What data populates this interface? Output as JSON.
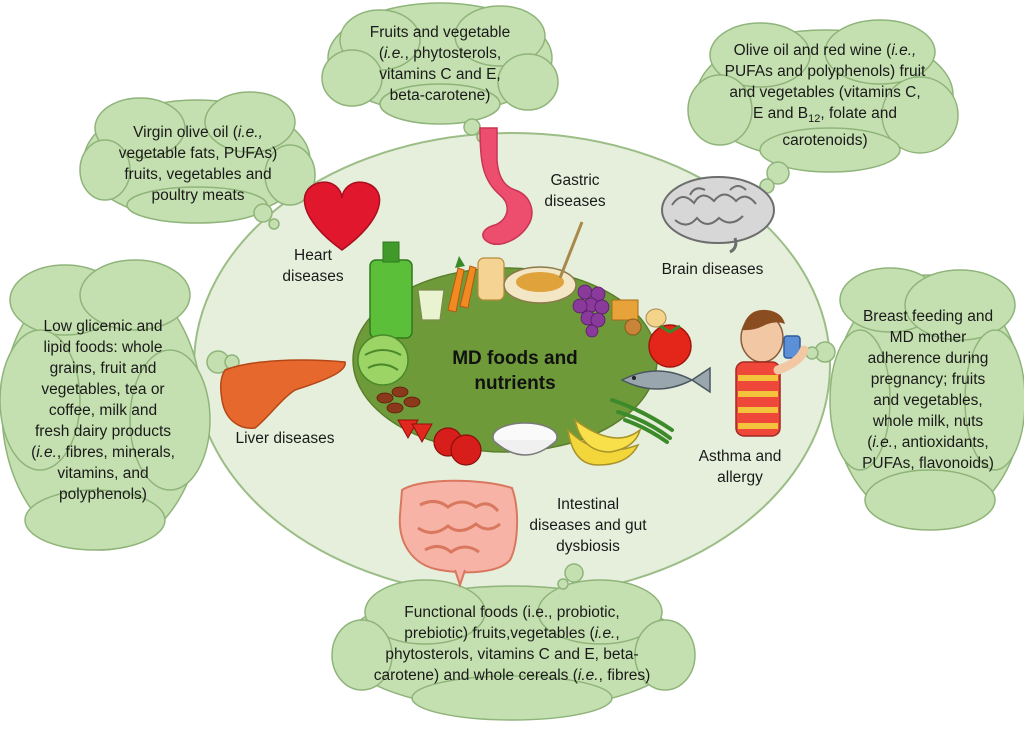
{
  "center": {
    "line1": "MD foods and",
    "line2": "nutrients"
  },
  "diseases": {
    "gastric": {
      "line1": "Gastric",
      "line2": "diseases"
    },
    "heart": {
      "line1": "Heart",
      "line2": "diseases"
    },
    "brain": {
      "line1": "Brain diseases"
    },
    "liver": {
      "line1": "Liver diseases"
    },
    "asthma": {
      "line1": "Asthma and",
      "line2": "allergy"
    },
    "intestinal": {
      "line1": "Intestinal",
      "line2": "diseases and gut",
      "line3": "dysbiosis"
    }
  },
  "clouds": {
    "top": {
      "l1": "Fruits and vegetable",
      "l2a": "(",
      "l2i": "i.e.",
      "l2b": ", phytosterols,",
      "l3": "vitamins C and E,",
      "l4": "beta-carotene)"
    },
    "top_left": {
      "l1a": "Virgin olive oil (",
      "l1i": "i.e.,",
      "l2": "vegetable fats, PUFAs)",
      "l3": "fruits, vegetables and",
      "l4": "poultry meats"
    },
    "top_right": {
      "l1a": "Olive oil and red wine (",
      "l1i": "i.e.,",
      "l2": "PUFAs and polyphenols)  fruit",
      "l3": "and vegetables  (vitamins C,",
      "l4a": "E and B",
      "l4sub": "12",
      "l4b": ", folate and",
      "l5": "carotenoids)"
    },
    "left": {
      "l1": "Low glicemic and",
      "l2": "lipid foods: whole",
      "l3": "grains, fruit and",
      "l4": "vegetables, tea or",
      "l5": "coffee, milk and",
      "l6": "fresh dairy products",
      "l7a": "(",
      "l7i": "i.e.",
      "l7b": ", fibres, minerals,",
      "l8": "vitamins, and",
      "l9": "polyphenols)"
    },
    "right": {
      "l1": "Breast feeding  and",
      "l2": "MD mother",
      "l3": "adherence during",
      "l4": "pregnancy; fruits",
      "l5": "and vegetables,",
      "l6": "whole milk, nuts",
      "l7a": "(",
      "l7i": "i.e.",
      "l7b": ", antioxidants,",
      "l8": "PUFAs, flavonoids)"
    },
    "bottom": {
      "l1": "Functional foods (i.e., probiotic,",
      "l2a": "prebiotic) fruits,vegetables  (",
      "l2i": "i.e.",
      "l2b": ",",
      "l3": "phytosterols,  vitamins C and E, beta-",
      "l4a": "carotene) and whole cereals (",
      "l4i": "i.e.",
      "l4b": ", fibres)"
    }
  },
  "colors": {
    "cloud_fill": "#c5e0b0",
    "cloud_stroke": "#8fb47a",
    "ellipse_fill": "#e6efdc",
    "ellipse_stroke": "#9bbd86",
    "center_blob": "#6f9a3a"
  },
  "icons": [
    "heart-icon",
    "stomach-icon",
    "brain-icon",
    "liver-icon",
    "intestine-icon",
    "child-inhaler-icon",
    "food-plate-icon"
  ]
}
